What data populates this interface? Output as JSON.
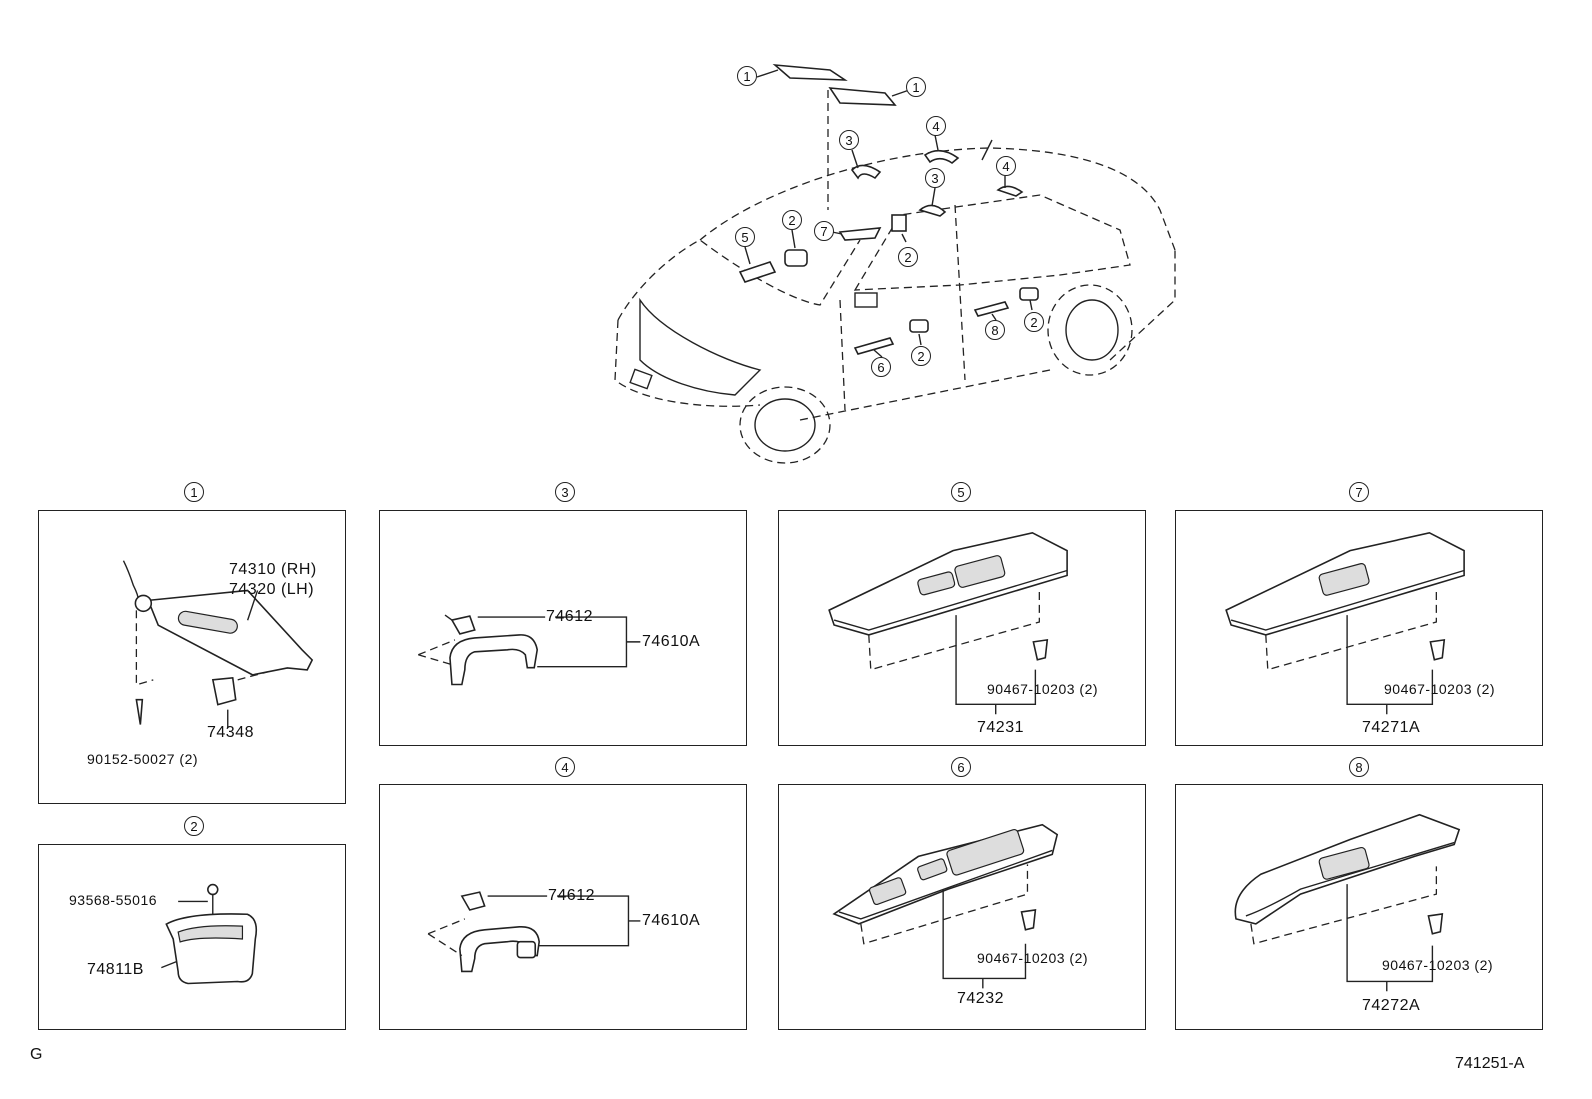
{
  "callouts": {
    "c1": "1",
    "c2": "2",
    "c3": "3",
    "c4": "4",
    "c5": "5",
    "c6": "6",
    "c7": "7",
    "c8": "8"
  },
  "panel1": {
    "number": "1",
    "part_rh": "74310 (RH)",
    "part_lh": "74320 (LH)",
    "holder": "74348",
    "screw": "90152-50027 (2)"
  },
  "panel2": {
    "number": "2",
    "screw": "93568-55016",
    "cup": "74811B"
  },
  "panel3": {
    "number": "3",
    "clip": "74612",
    "assy": "74610A"
  },
  "panel4": {
    "number": "4",
    "clip": "74612",
    "assy": "74610A"
  },
  "panel5": {
    "number": "5",
    "clip": "90467-10203 (2)",
    "panel": "74231"
  },
  "panel6": {
    "number": "6",
    "clip": "90467-10203 (2)",
    "panel": "74232"
  },
  "panel7": {
    "number": "7",
    "clip": "90467-10203 (2)",
    "panel": "74271A"
  },
  "panel8": {
    "number": "8",
    "clip": "90467-10203 (2)",
    "panel": "74272A"
  },
  "footer": {
    "left_code": "G",
    "figure_code": "741251-A"
  }
}
